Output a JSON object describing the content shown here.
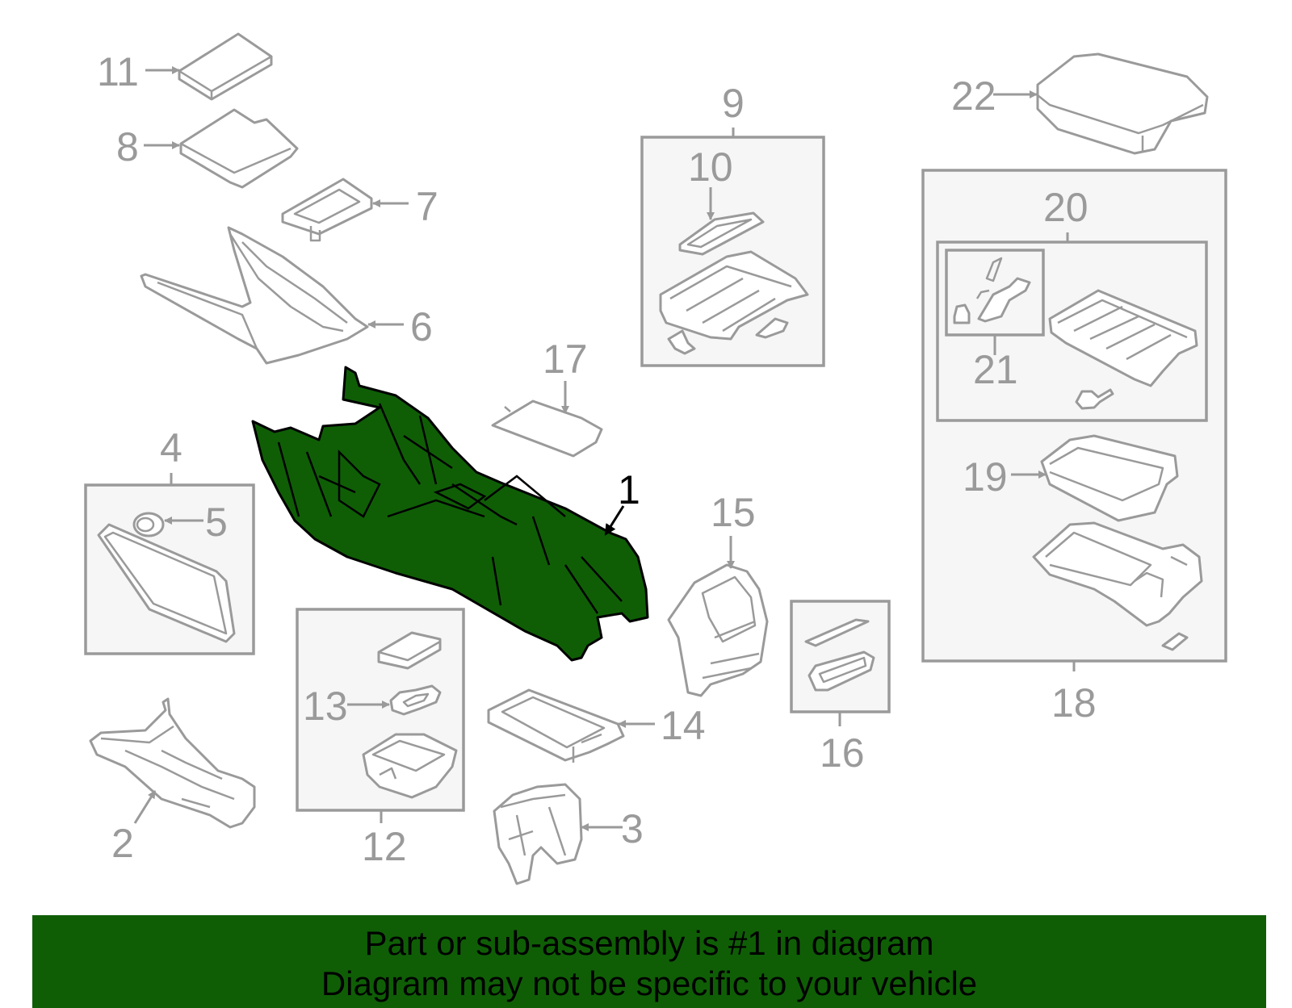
{
  "callouts": {
    "c1": "1",
    "c2": "2",
    "c3": "3",
    "c4": "4",
    "c5": "5",
    "c6": "6",
    "c7": "7",
    "c8": "8",
    "c9": "9",
    "c10": "10",
    "c11": "11",
    "c12": "12",
    "c13": "13",
    "c14": "14",
    "c15": "15",
    "c16": "16",
    "c17": "17",
    "c18": "18",
    "c19": "19",
    "c20": "20",
    "c21": "21",
    "c22": "22"
  },
  "highlight_color": "#0f5e06",
  "line_color": "#9a9a9a",
  "banner": {
    "line1": "Part or sub-assembly is #1 in diagram",
    "line2": "Diagram may not be specific to your vehicle"
  }
}
